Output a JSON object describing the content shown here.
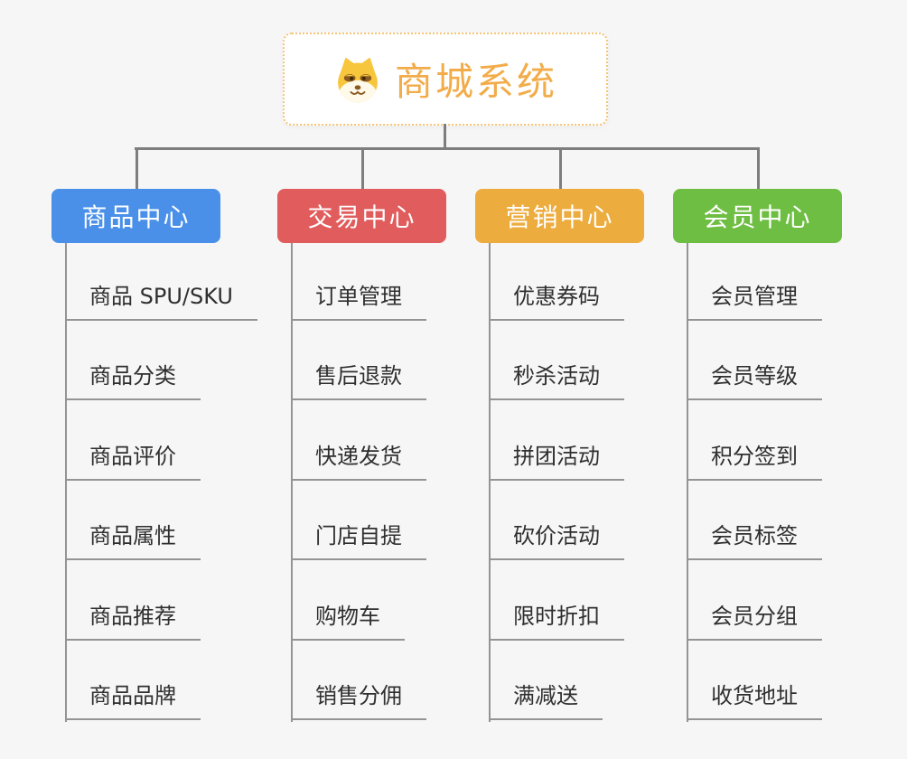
{
  "root": {
    "title": "商城系统",
    "icon": "shiba-dog-icon"
  },
  "colors": {
    "background": "#F6F6F6",
    "root_border": "#F6C477",
    "root_title": "#F2AC4A",
    "connector_line": "#7E7E7E",
    "leaf_line": "#949494",
    "leaf_text": "#2F2F2F"
  },
  "branches": [
    {
      "label": "商品中心",
      "color": "#4A90E8",
      "items": [
        "商品 SPU/SKU",
        "商品分类",
        "商品评价",
        "商品属性",
        "商品推荐",
        "商品品牌"
      ]
    },
    {
      "label": "交易中心",
      "color": "#E15C5C",
      "items": [
        "订单管理",
        "售后退款",
        "快递发货",
        "门店自提",
        "购物车",
        "销售分佣"
      ]
    },
    {
      "label": "营销中心",
      "color": "#EDAC3E",
      "items": [
        "优惠券码",
        "秒杀活动",
        "拼团活动",
        "砍价活动",
        "限时折扣",
        "满减送"
      ]
    },
    {
      "label": "会员中心",
      "color": "#6FBE44",
      "items": [
        "会员管理",
        "会员等级",
        "积分签到",
        "会员标签",
        "会员分组",
        "收货地址"
      ]
    }
  ]
}
